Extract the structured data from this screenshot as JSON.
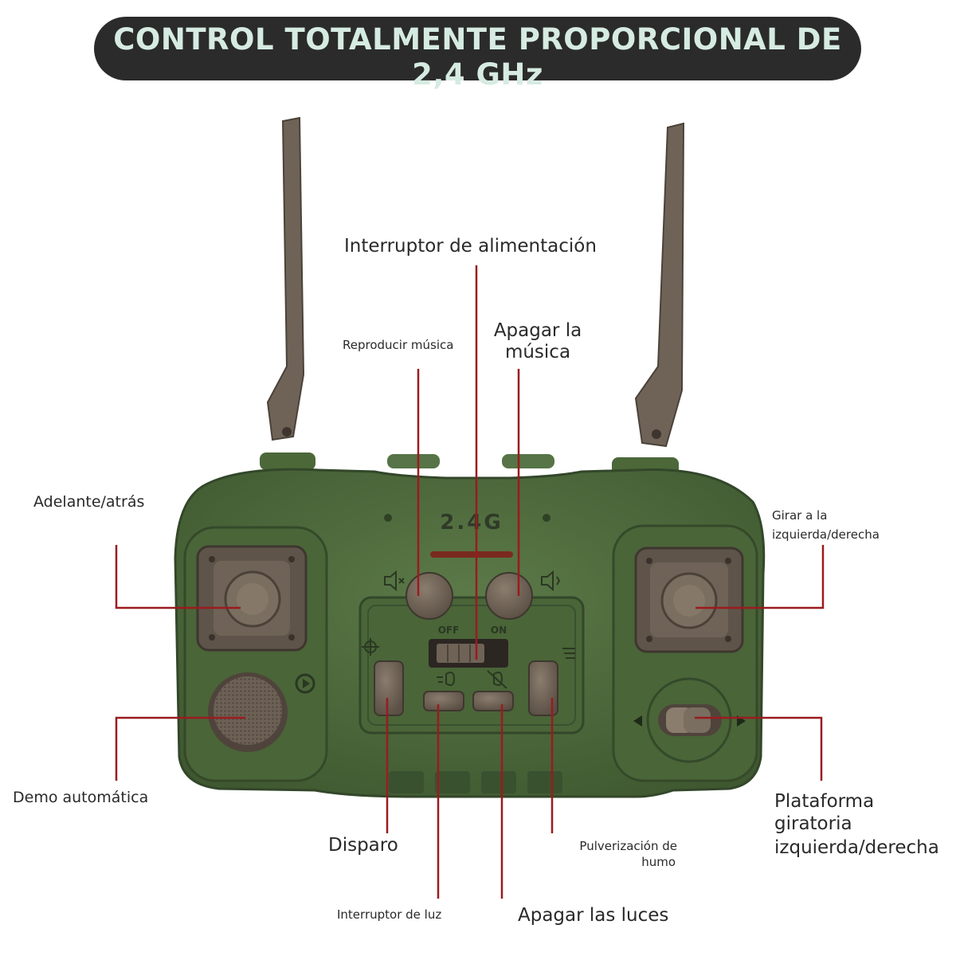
{
  "title": "CONTROL TOTALMENTE PROPORCIONAL DE 2,4 GHz",
  "device": {
    "badge": "2.4G",
    "switch_off": "OFF",
    "switch_on": "ON"
  },
  "labels": {
    "power_switch": "Interruptor de alimentación",
    "play_music": "Reproducir música",
    "stop_music_line1": "Apagar la",
    "stop_music_line2": "música",
    "forward_back": "Adelante/atrás",
    "turn_line1": "Girar a la",
    "turn_line2": "izquierda/derecha",
    "auto_demo": "Demo automática",
    "turret_line1": "Plataforma",
    "turret_line2": "giratoria",
    "turret_line3": "izquierda/derecha",
    "fire": "Disparo",
    "smoke_line1": "Pulverización de",
    "smoke_line2": "humo",
    "light_switch": "Interruptor de luz",
    "lights_off": "Apagar las luces"
  },
  "colors": {
    "banner_bg": "#2b2b2b",
    "banner_text": "#d6ebe2",
    "body_green": "#4f6b3d",
    "antenna": "#6e6356",
    "callout_line": "#9a1b1e"
  }
}
